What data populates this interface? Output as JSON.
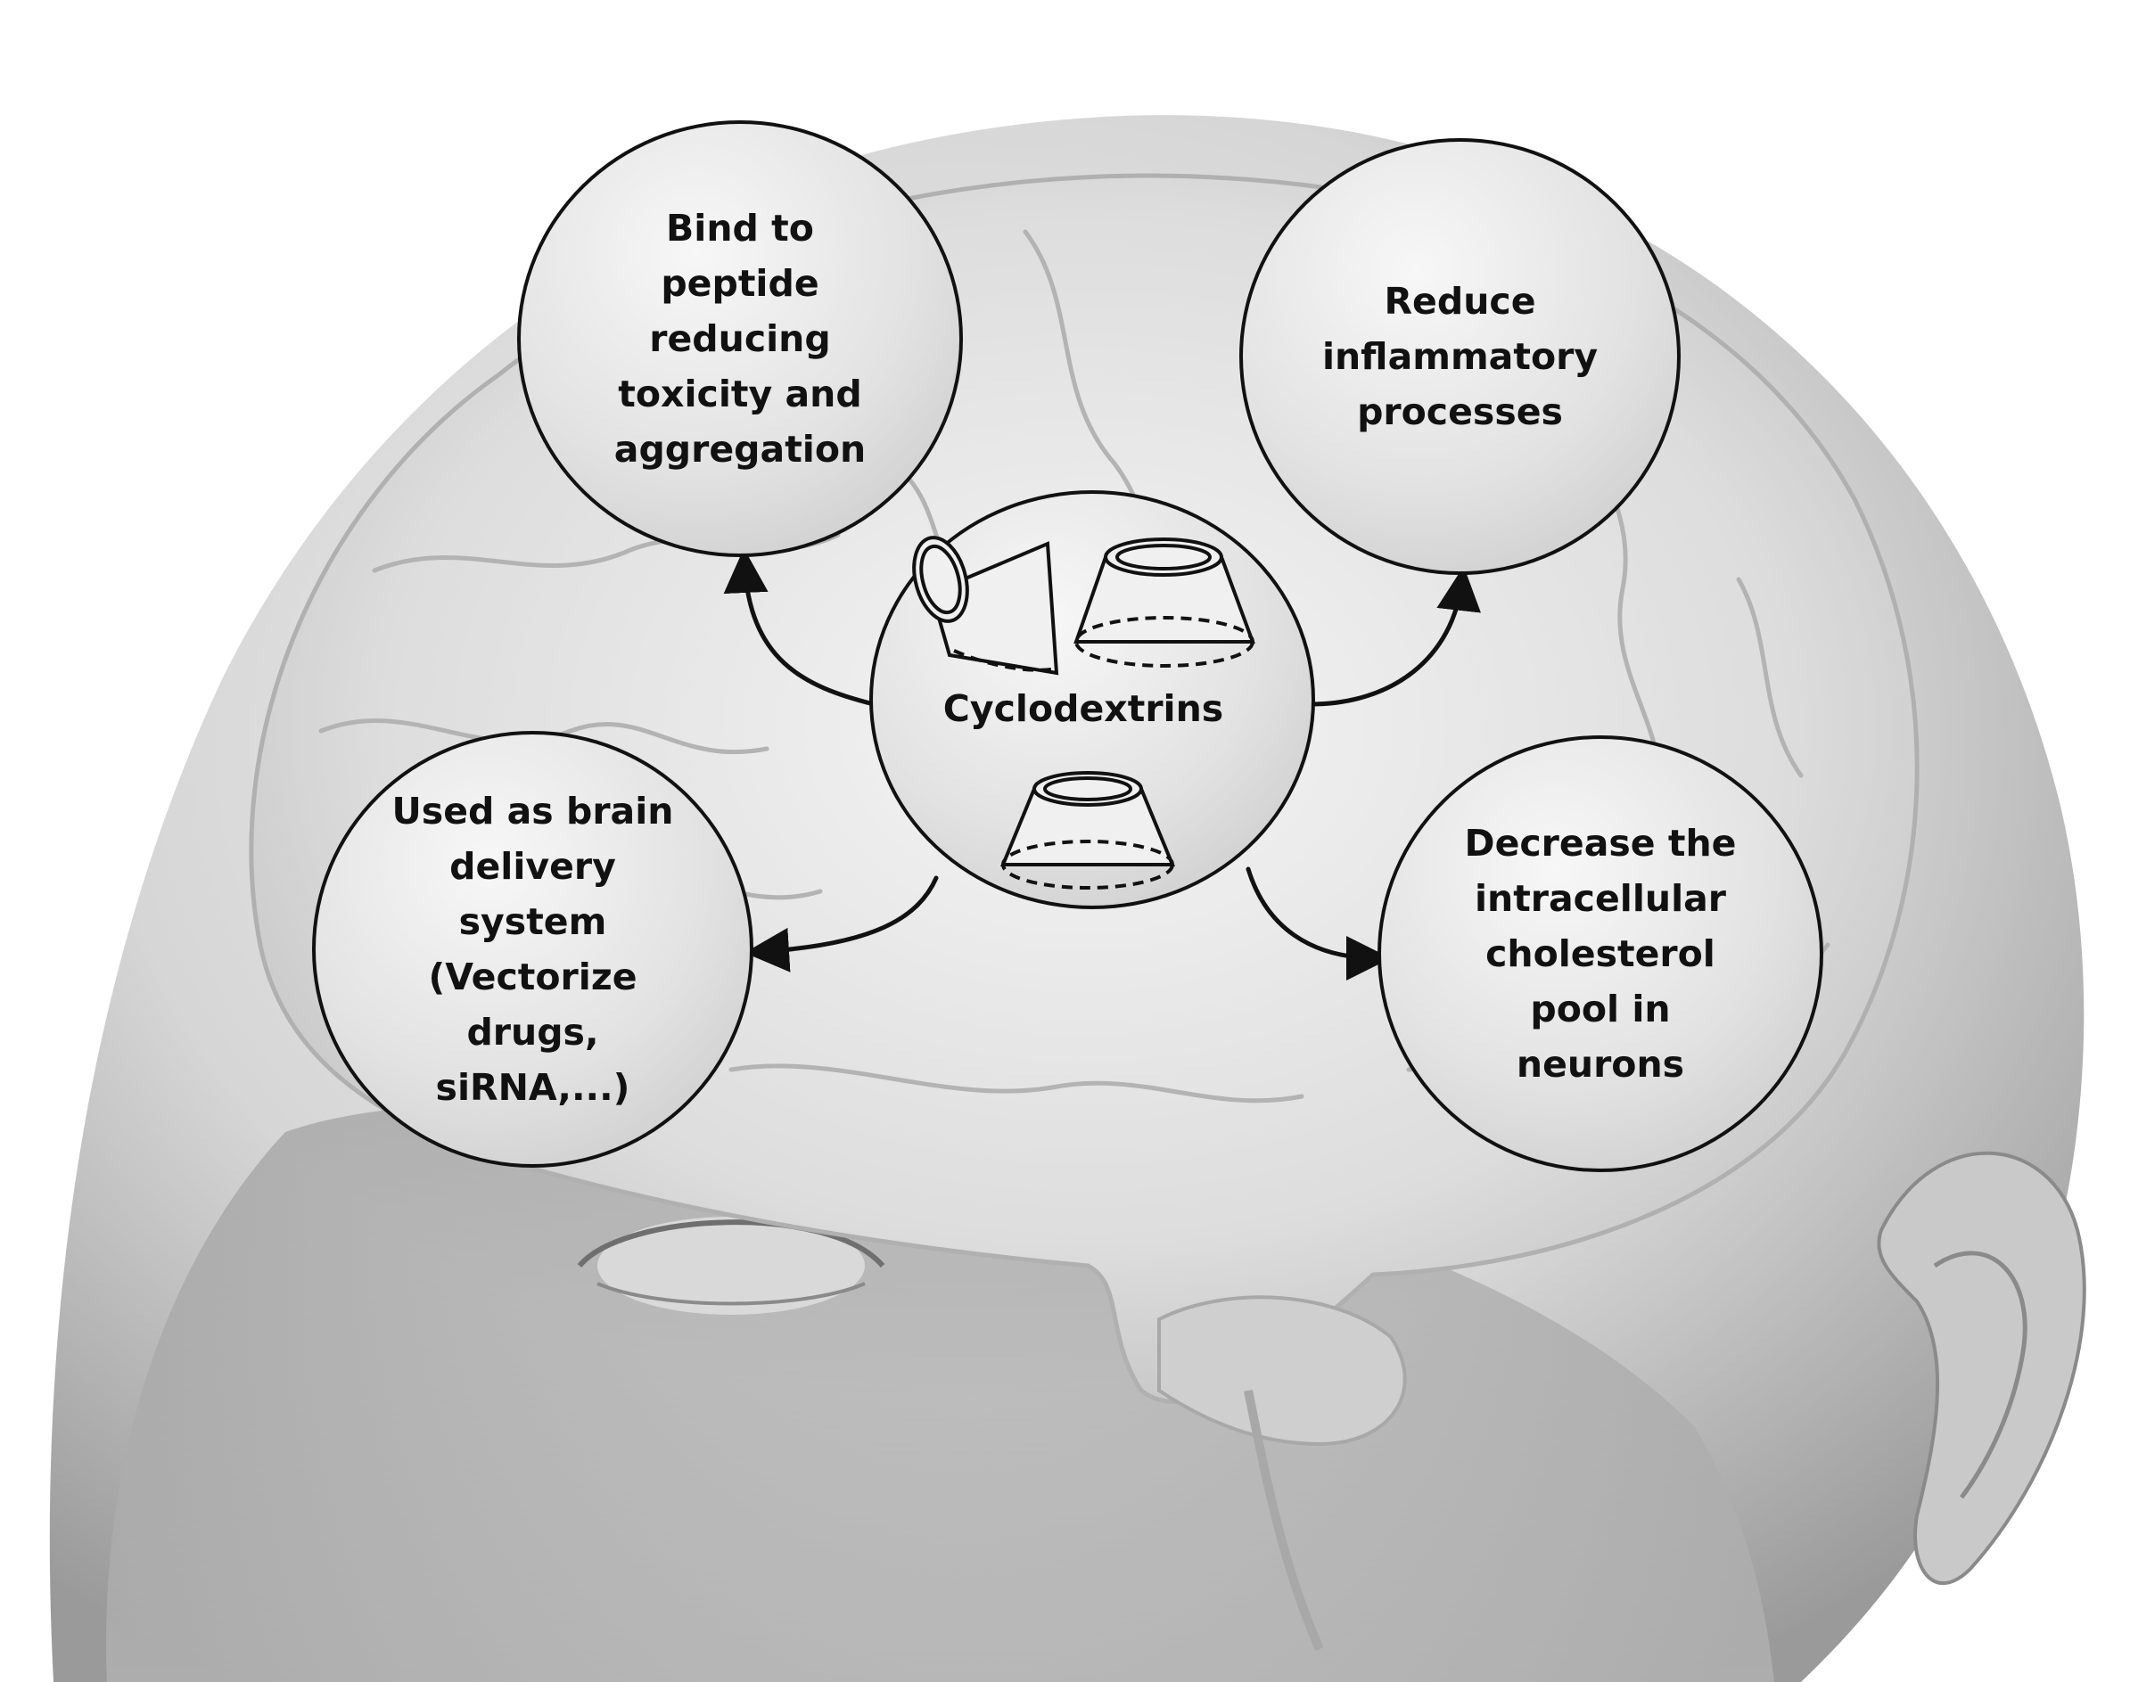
{
  "center": {
    "label": "Cyclodextrins"
  },
  "effects": {
    "top_left": {
      "lines": [
        "Bind to",
        "peptide",
        "reducing",
        "toxicity and",
        "aggregation"
      ]
    },
    "top_right": {
      "lines": [
        "Reduce",
        "inflammatory",
        "processes"
      ]
    },
    "bottom_left": {
      "lines": [
        "Used as brain",
        "delivery",
        "system",
        "(Vectorize",
        "drugs,",
        "siRNA,...)"
      ]
    },
    "bottom_right": {
      "lines": [
        "Decrease the",
        "intracellular",
        "cholesterol",
        "pool in",
        "neurons"
      ]
    }
  },
  "icons": [
    "head-silhouette-image",
    "brain-image",
    "cyclodextrin-cone-icon",
    "arrow-icon"
  ],
  "colors": {
    "outline": "#111111",
    "bubble_fill": "#e2e2e2"
  }
}
